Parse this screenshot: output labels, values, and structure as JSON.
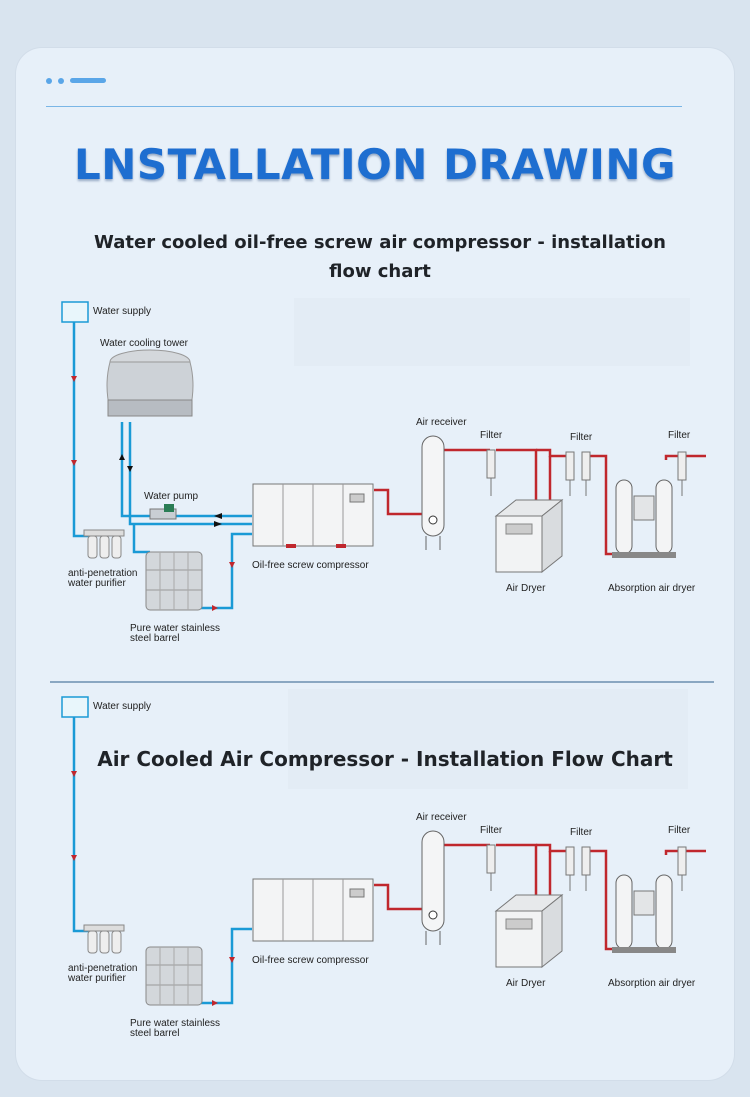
{
  "page": {
    "title": "LNSTALLATION DRAWING",
    "accent_color": "#1e6ed0",
    "line_colors": {
      "water": "#1a9ad6",
      "air": "#c0272d"
    }
  },
  "diagram1": {
    "subtitle": "Water cooled oil-free screw air compressor - installation flow chart",
    "labels": {
      "water_supply": "Water supply",
      "cooling_tower": "Water cooling tower",
      "water_pump": "Water pump",
      "purifier_line1": "anti-penetration",
      "purifier_line2": "water purifier",
      "barrel_line1": "Pure water stainless",
      "barrel_line2": "steel barrel",
      "compressor": "Oil-free screw compressor",
      "air_receiver": "Air receiver",
      "filter1": "Filter",
      "filter2": "Filter",
      "filter3": "Filter",
      "air_dryer": "Air Dryer",
      "absorption_dryer": "Absorption air dryer"
    }
  },
  "diagram2": {
    "subtitle": "Air Cooled Air Compressor - Installation Flow Chart",
    "labels": {
      "water_supply": "Water supply",
      "purifier_line1": "anti-penetration",
      "purifier_line2": "water purifier",
      "barrel_line1": "Pure water stainless",
      "barrel_line2": "steel barrel",
      "compressor": "Oil-free screw compressor",
      "air_receiver": "Air receiver",
      "filter1": "Filter",
      "filter2": "Filter",
      "filter3": "Filter",
      "air_dryer": "Air Dryer",
      "absorption_dryer": "Absorption air dryer"
    }
  }
}
